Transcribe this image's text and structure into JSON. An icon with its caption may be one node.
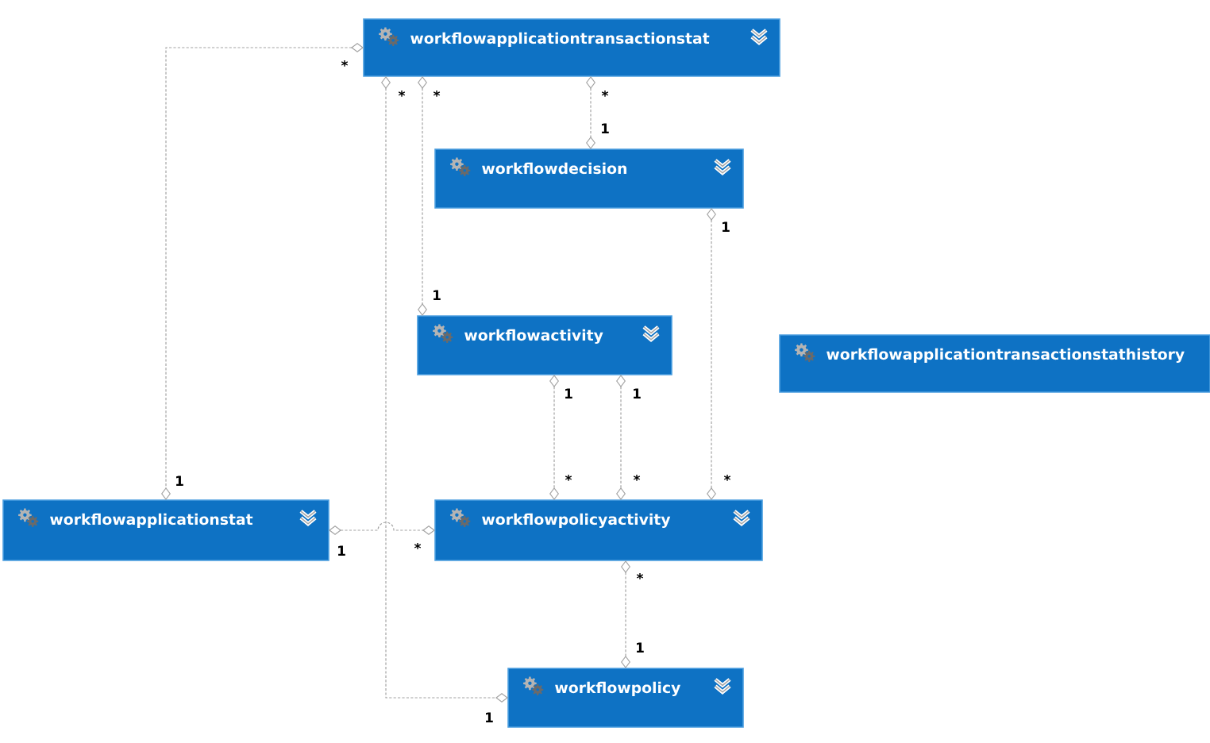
{
  "diagram": {
    "nodes": [
      {
        "text": [
          "workflowapplicationtransactionstat"
        ]
      },
      {
        "text": [
          "workflowdecision"
        ]
      },
      {
        "text": [
          "workflowactivity"
        ]
      },
      {
        "text": [
          "workflowapplicationtransactionstathistory"
        ]
      },
      {
        "text": [
          "workflowapplicationstat"
        ]
      },
      {
        "text": [
          "workflowpolicyactivity"
        ]
      },
      {
        "text": [
          "workflowpolicy"
        ]
      }
    ],
    "edges": [
      {
        "from": 0,
        "to": 4,
        "arrow": "other"
      },
      {
        "from": 0,
        "to": 6,
        "arrow": "other"
      },
      {
        "from": 0,
        "to": 2,
        "arrow": "other"
      },
      {
        "from": 0,
        "to": 1,
        "arrow": "other"
      },
      {
        "from": 1,
        "to": 5,
        "arrow": "other"
      },
      {
        "from": 2,
        "to": 5,
        "arrow": "other"
      },
      {
        "from": 2,
        "to": 5,
        "arrow": "other"
      },
      {
        "from": 4,
        "to": 5,
        "arrow": "other"
      },
      {
        "from": 5,
        "to": 6,
        "arrow": "other"
      }
    ],
    "labels": [
      "*",
      "*",
      "*",
      "*",
      "1",
      "1",
      "1",
      "1",
      "1",
      "1",
      "*",
      "*",
      "*",
      "1",
      "*",
      "*",
      "1",
      "1"
    ]
  }
}
